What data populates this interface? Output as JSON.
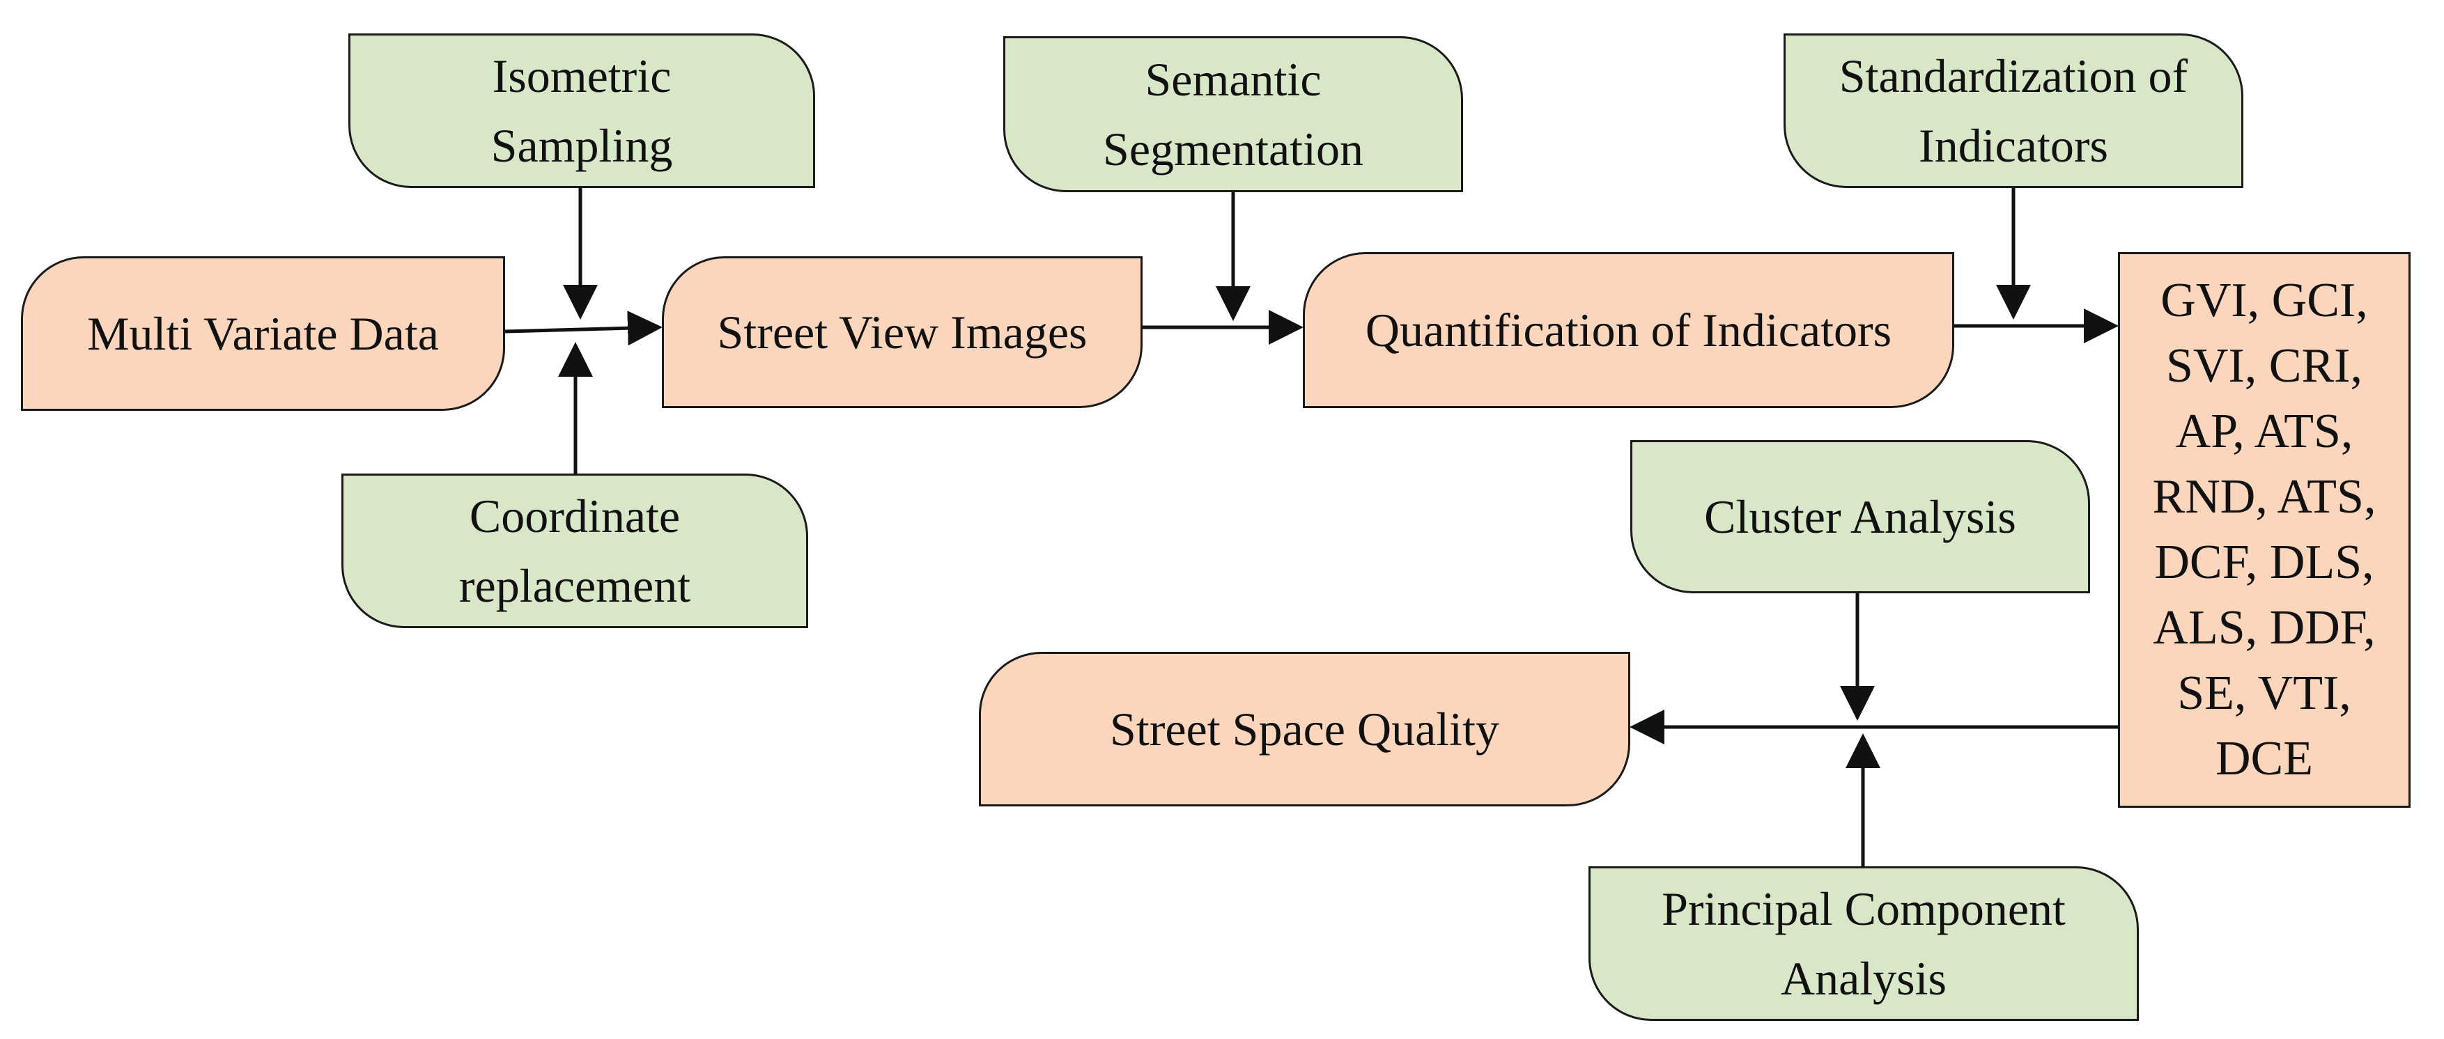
{
  "nodes": {
    "isometric_sampling": [
      "Isometric",
      "Sampling"
    ],
    "semantic_segmentation": [
      "Semantic",
      "Segmentation"
    ],
    "standardization": [
      "Standardization of",
      "Indicators"
    ],
    "multi_variate": [
      "Multi Variate Data"
    ],
    "street_view": [
      "Street View Images"
    ],
    "quantification": [
      "Quantification of Indicators"
    ],
    "coordinate": [
      "Coordinate",
      "replacement"
    ],
    "cluster": [
      "Cluster Analysis"
    ],
    "street_quality": [
      "Street Space Quality"
    ],
    "pca": [
      "Principal Component",
      "Analysis"
    ],
    "indicators": [
      "GVI, GCI,",
      "SVI, CRI,",
      "AP, ATS,",
      "RND, ATS,",
      "DCF, DLS,",
      "ALS, DDF,",
      "SE, VTI,",
      "DCE"
    ]
  },
  "colors": {
    "process_fill": "#d9e7c9",
    "data_fill": "#fbd6bd",
    "stroke": "#1a1a1a"
  }
}
